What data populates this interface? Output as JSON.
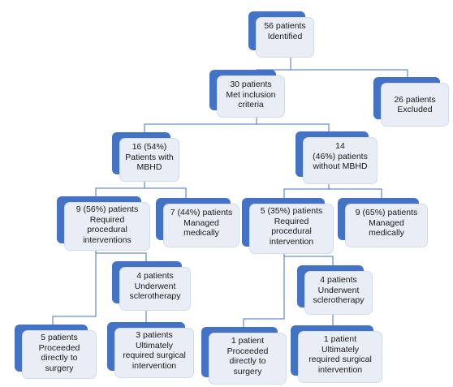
{
  "nodes": {
    "identified": "56 patients\nIdentified",
    "inclusion": "30 patients\nMet inclusion\ncriteria",
    "excluded": "26 patients\nExcluded",
    "with_mbhd": "16 (54%)\nPatients with\nMBHD",
    "without_mbhd": "14\n(46%) patients\nwithout MBHD",
    "with_procedural": "9 (56%) patients\nRequired\nprocedural\ninterventions",
    "with_medical": "7 (44%) patients\nManaged\nmedically",
    "without_procedural": "5  (35%) patients\nRequired\nprocedural\nintervention",
    "without_medical": "9 (65%) patients\nManaged\nmedically",
    "with_sclero": "4 patients\nUnderwent\nsclerotherapy",
    "without_sclero": "4 patients\nUnderwent\nsclerotherapy",
    "with_direct": "5 patients\nProceeded\ndirectly  to\nsurgery",
    "with_ultimate": "3 patients\nUltimately\nrequired surgical\nintervention",
    "without_direct": "1 patient\nProceeded\ndirectly  to\nsurgery",
    "without_ultimate": "1 patient\nUltimately\nrequired surgical\nintervention"
  },
  "colors": {
    "tab": "#4472c4",
    "card": "#e9edf5",
    "connector": "#4472c4"
  }
}
